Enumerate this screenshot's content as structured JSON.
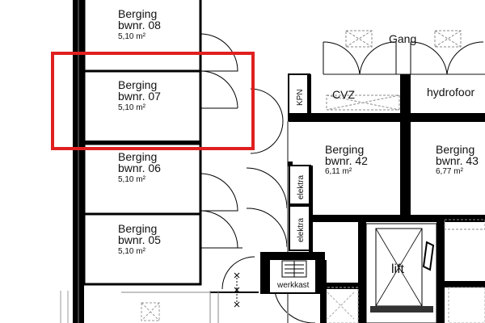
{
  "rooms": {
    "b08": {
      "name": "Berging",
      "number": "bwnr. 08",
      "area": "5,10 m²"
    },
    "b07": {
      "name": "Berging",
      "number": "bwnr. 07",
      "area": "5,10 m²"
    },
    "b06": {
      "name": "Berging",
      "number": "bwnr. 06",
      "area": "5,10 m²"
    },
    "b05": {
      "name": "Berging",
      "number": "bwnr. 05",
      "area": "5,10 m²"
    },
    "b42": {
      "name": "Berging",
      "number": "bwnr. 42",
      "area": "6,11 m²"
    },
    "b43": {
      "name": "Berging",
      "number": "bwnr. 43",
      "area": "6,77 m²"
    }
  },
  "labels": {
    "gang": "Gang",
    "cvz": "CVZ",
    "hydrofoor": "hydrofoor",
    "kpn": "KPN",
    "elektra1": "elektra",
    "elektra2": "elektra",
    "werkkast": "werkkast",
    "lift": "lift"
  },
  "highlight": {
    "color": "#e02020",
    "target": "bwnr. 07"
  }
}
